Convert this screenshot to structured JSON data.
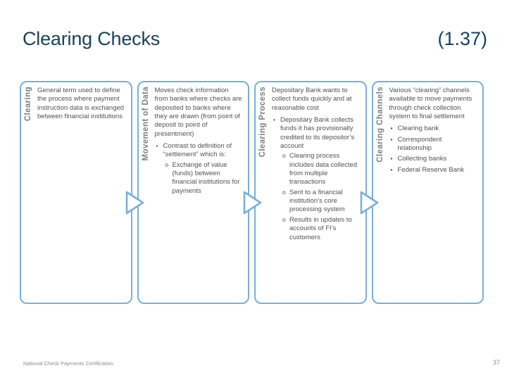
{
  "slide": {
    "title": "Clearing Checks",
    "section_code": "(1.37)",
    "footer": "National Check Payments Certification",
    "page_number": "37"
  },
  "colors": {
    "accent_blue": "#7bafd4",
    "title_navy": "#1b4257",
    "label_gray": "#7f7f7f",
    "body_gray": "#515151",
    "footer_gray": "#8c8c8c"
  },
  "boxes": [
    {
      "id": "clearing",
      "label": "Clearing",
      "content": [
        {
          "type": "p",
          "text": "General term used to define the process where payment instruction data is exchanged between financial institutions"
        }
      ]
    },
    {
      "id": "movement-of-data",
      "label": "Movement of Data",
      "content": [
        {
          "type": "p",
          "text": "Moves check information from banks where checks are deposited to banks where they are drawn (from point of deposit to point of presentment)"
        },
        {
          "type": "b1",
          "marker": "•",
          "text": "Contrast to definition of “settlement” which is:"
        },
        {
          "type": "b2",
          "marker": "o",
          "text": "Exchange of value (funds) between financial institutions for payments"
        }
      ]
    },
    {
      "id": "clearing-process",
      "label": "Clearing Process",
      "content": [
        {
          "type": "p",
          "text": "Depositary Bank wants to collect funds quickly and at reasonable cost"
        },
        {
          "type": "b1",
          "marker": "•",
          "text": "Depositary Bank collects funds it has provisionally credited to its depositor’s account"
        },
        {
          "type": "b2",
          "marker": "o",
          "text": "Clearing process includes data collected from multiple transactions"
        },
        {
          "type": "b2",
          "marker": "o",
          "text": "Sent to a financial institution’s core processing system"
        },
        {
          "type": "b2",
          "marker": "o",
          "text": "Results in updates to accounts of FI’s customers"
        }
      ]
    },
    {
      "id": "clearing-channels",
      "label": "Clearing Channels",
      "content": [
        {
          "type": "p",
          "text": "Various “clearing” channels available to move payments through check collection system to final settlement"
        },
        {
          "type": "b1",
          "marker": "▪",
          "text": "Clearing bank"
        },
        {
          "type": "b1",
          "marker": "▪",
          "text": "Correspondent relationship"
        },
        {
          "type": "b1",
          "marker": "▪",
          "text": "Collecting banks"
        },
        {
          "type": "b1",
          "marker": "▪",
          "text": "Federal Reserve Bank"
        }
      ]
    }
  ],
  "arrows": {
    "icon": "right-chevron-triangle",
    "count": 3
  }
}
